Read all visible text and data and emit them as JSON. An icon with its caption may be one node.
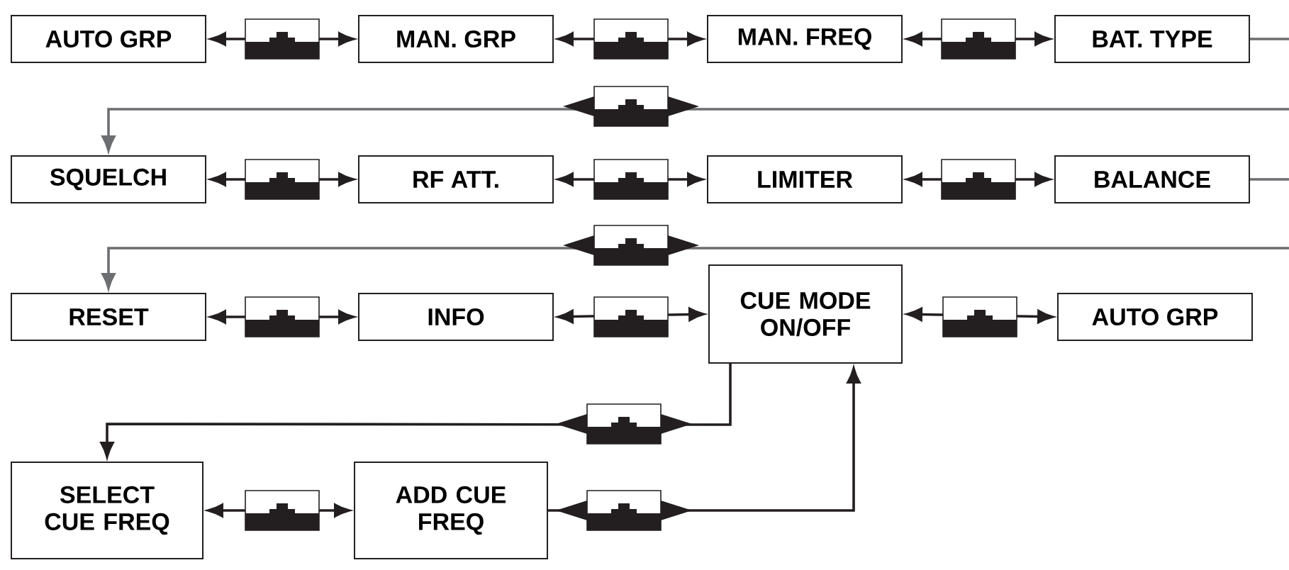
{
  "diagram": {
    "nodes": [
      {
        "text": [
          "AUTO GRP"
        ]
      },
      {
        "text": [
          "MAN. GRP"
        ]
      },
      {
        "text": [
          "MAN. FREQ"
        ]
      },
      {
        "text": [
          "BAT. TYPE"
        ]
      },
      {
        "text": [
          "SQUELCH"
        ]
      },
      {
        "text": [
          "RF ATT."
        ]
      },
      {
        "text": [
          "LIMITER"
        ]
      },
      {
        "text": [
          "BALANCE"
        ]
      },
      {
        "text": [
          "RESET"
        ]
      },
      {
        "text": [
          "INFO"
        ]
      },
      {
        "text": [
          "CUE MODE ON/OFF"
        ]
      },
      {
        "text": [
          "AUTO GRP"
        ]
      },
      {
        "text": [
          "SELECT CUE FREQ"
        ]
      },
      {
        "text": [
          "ADD CUE FREQ"
        ]
      }
    ],
    "edges": [
      {
        "from": 0,
        "to": 1,
        "arrow": "both"
      },
      {
        "from": 1,
        "to": 2,
        "arrow": "both"
      },
      {
        "from": 2,
        "to": 3,
        "arrow": "both"
      },
      {
        "from": 3,
        "to": 4,
        "arrow": "to",
        "color": "#6d6e71"
      },
      {
        "from": 4,
        "to": 5,
        "arrow": "both"
      },
      {
        "from": 5,
        "to": 6,
        "arrow": "both"
      },
      {
        "from": 6,
        "to": 7,
        "arrow": "both"
      },
      {
        "from": 7,
        "to": 8,
        "arrow": "to",
        "color": "#6d6e71"
      },
      {
        "from": 8,
        "to": 9,
        "arrow": "both"
      },
      {
        "from": 9,
        "to": 10,
        "arrow": "both"
      },
      {
        "from": 10,
        "to": 11,
        "arrow": "both"
      },
      {
        "from": 10,
        "to": 12,
        "arrow": "to"
      },
      {
        "from": 12,
        "to": 13,
        "arrow": "both"
      },
      {
        "from": 13,
        "to": 10,
        "arrow": "to"
      }
    ]
  }
}
